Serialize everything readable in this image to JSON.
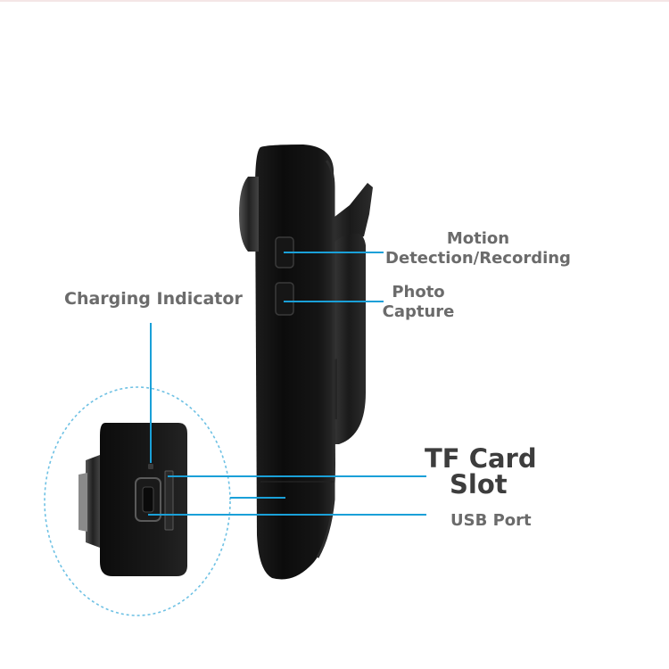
{
  "labels": {
    "motion": [
      "Motion",
      "Detection/Recording"
    ],
    "photo": [
      "Photo",
      "Capture"
    ],
    "charging": "Charging Indicator",
    "tf_card": [
      "TF Card",
      "Slot"
    ],
    "usb": "USB Port"
  },
  "colors": {
    "leader_line": "#1aa0d8",
    "device_body": "#111111",
    "label_text": "#6b6b6b"
  }
}
